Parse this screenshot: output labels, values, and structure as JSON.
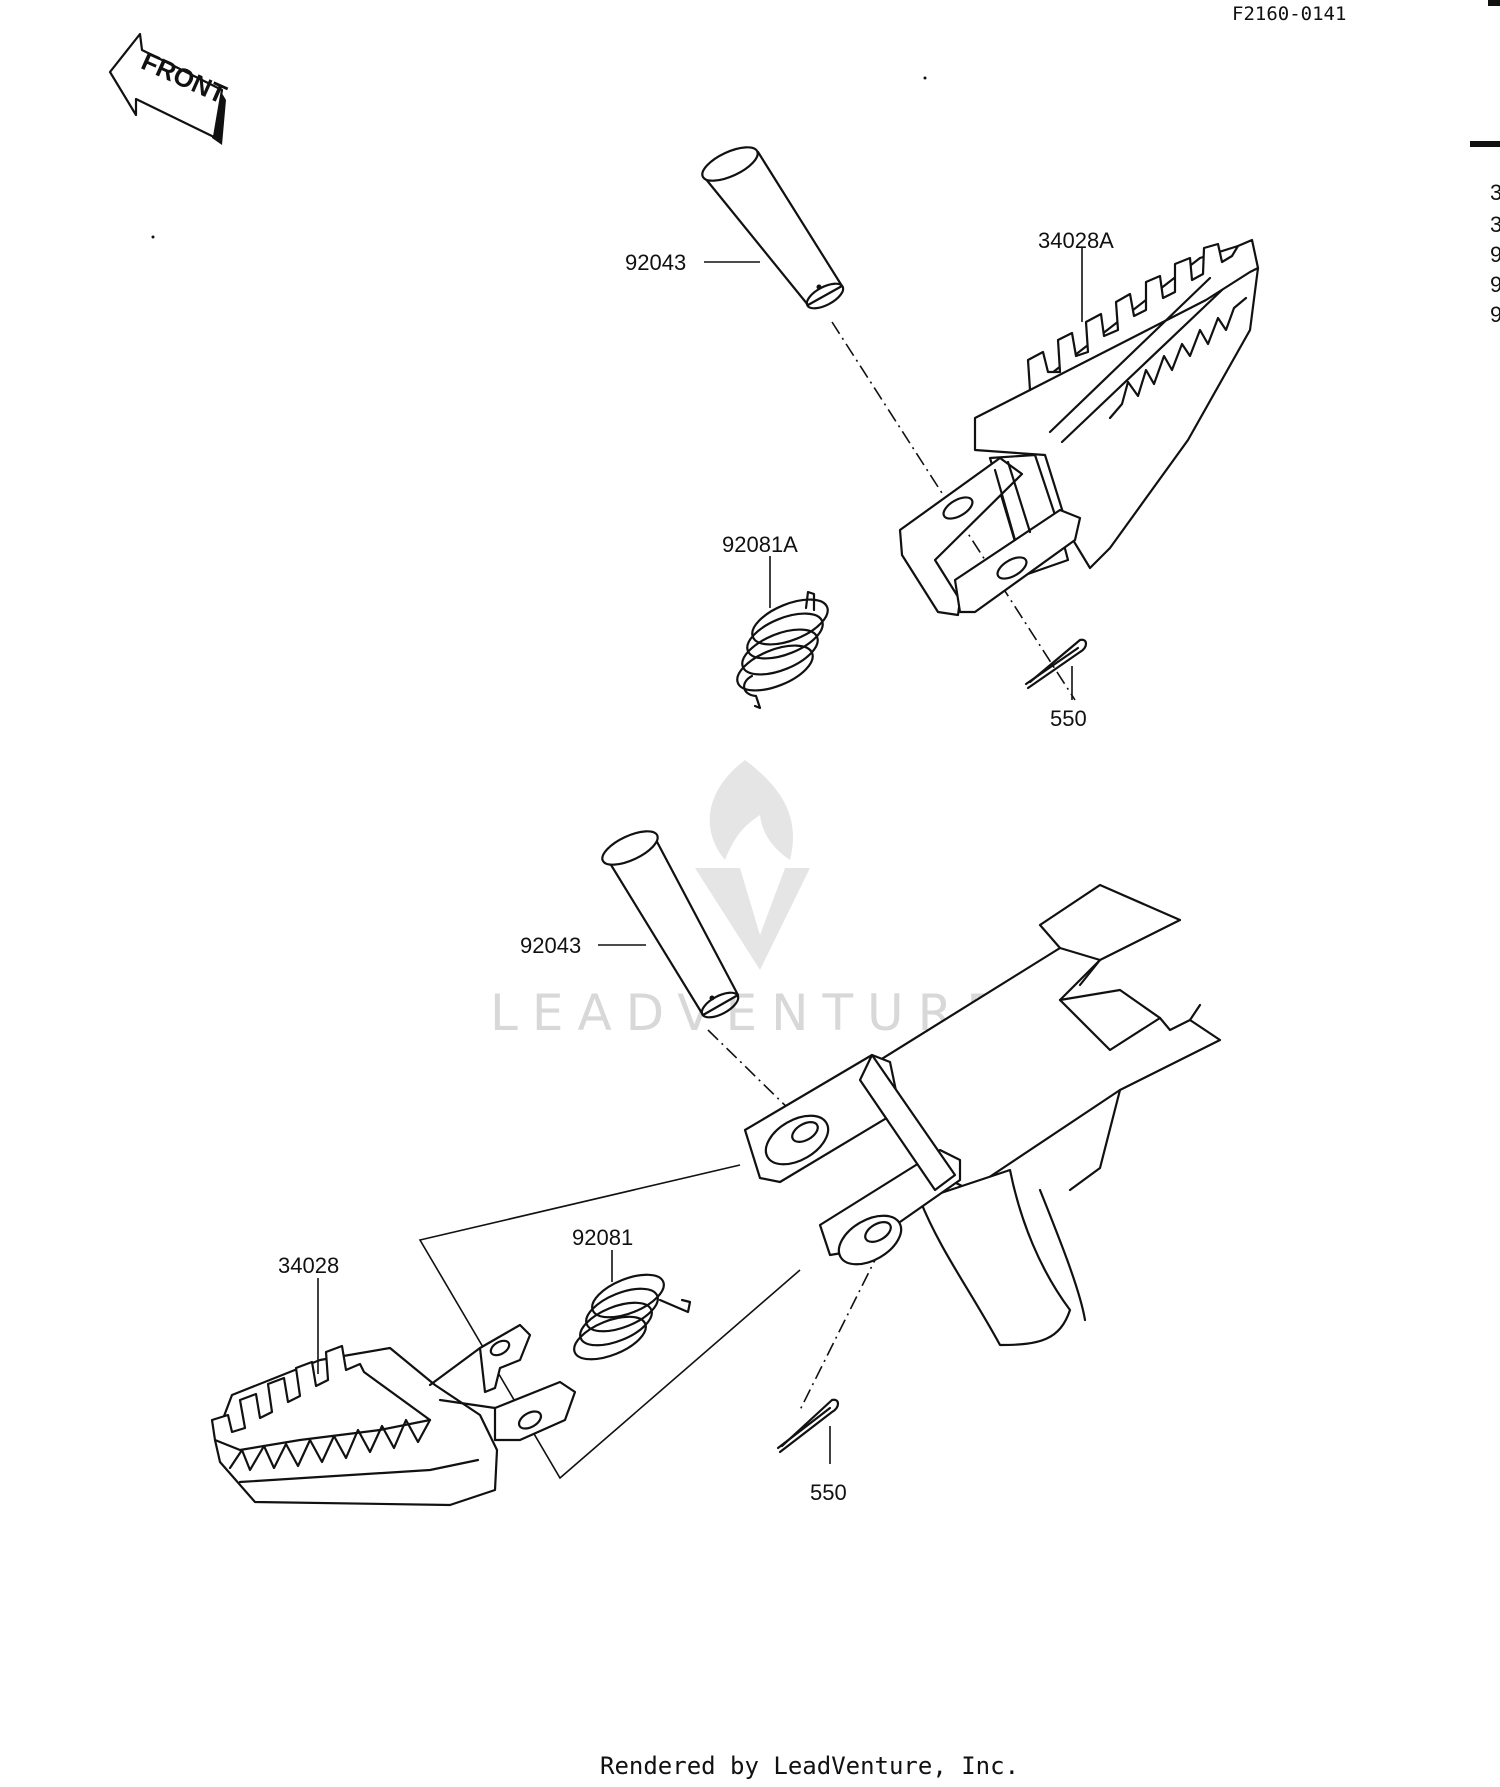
{
  "diagram_code": "F2160-0141",
  "front_label": "FRONT",
  "watermark": "LEADVENTURE",
  "footer": "Rendered by LeadVenture, Inc.",
  "edge_numbers": [
    "3",
    "3",
    "9",
    "9",
    "9"
  ],
  "upper_assembly": {
    "pin_label": "92043",
    "footpeg_label": "34028A",
    "spring_label": "92081A",
    "cotter_label": "550"
  },
  "lower_assembly": {
    "pin_label": "92043",
    "footpeg_label": "34028",
    "spring_label": "92081",
    "cotter_label": "550"
  }
}
